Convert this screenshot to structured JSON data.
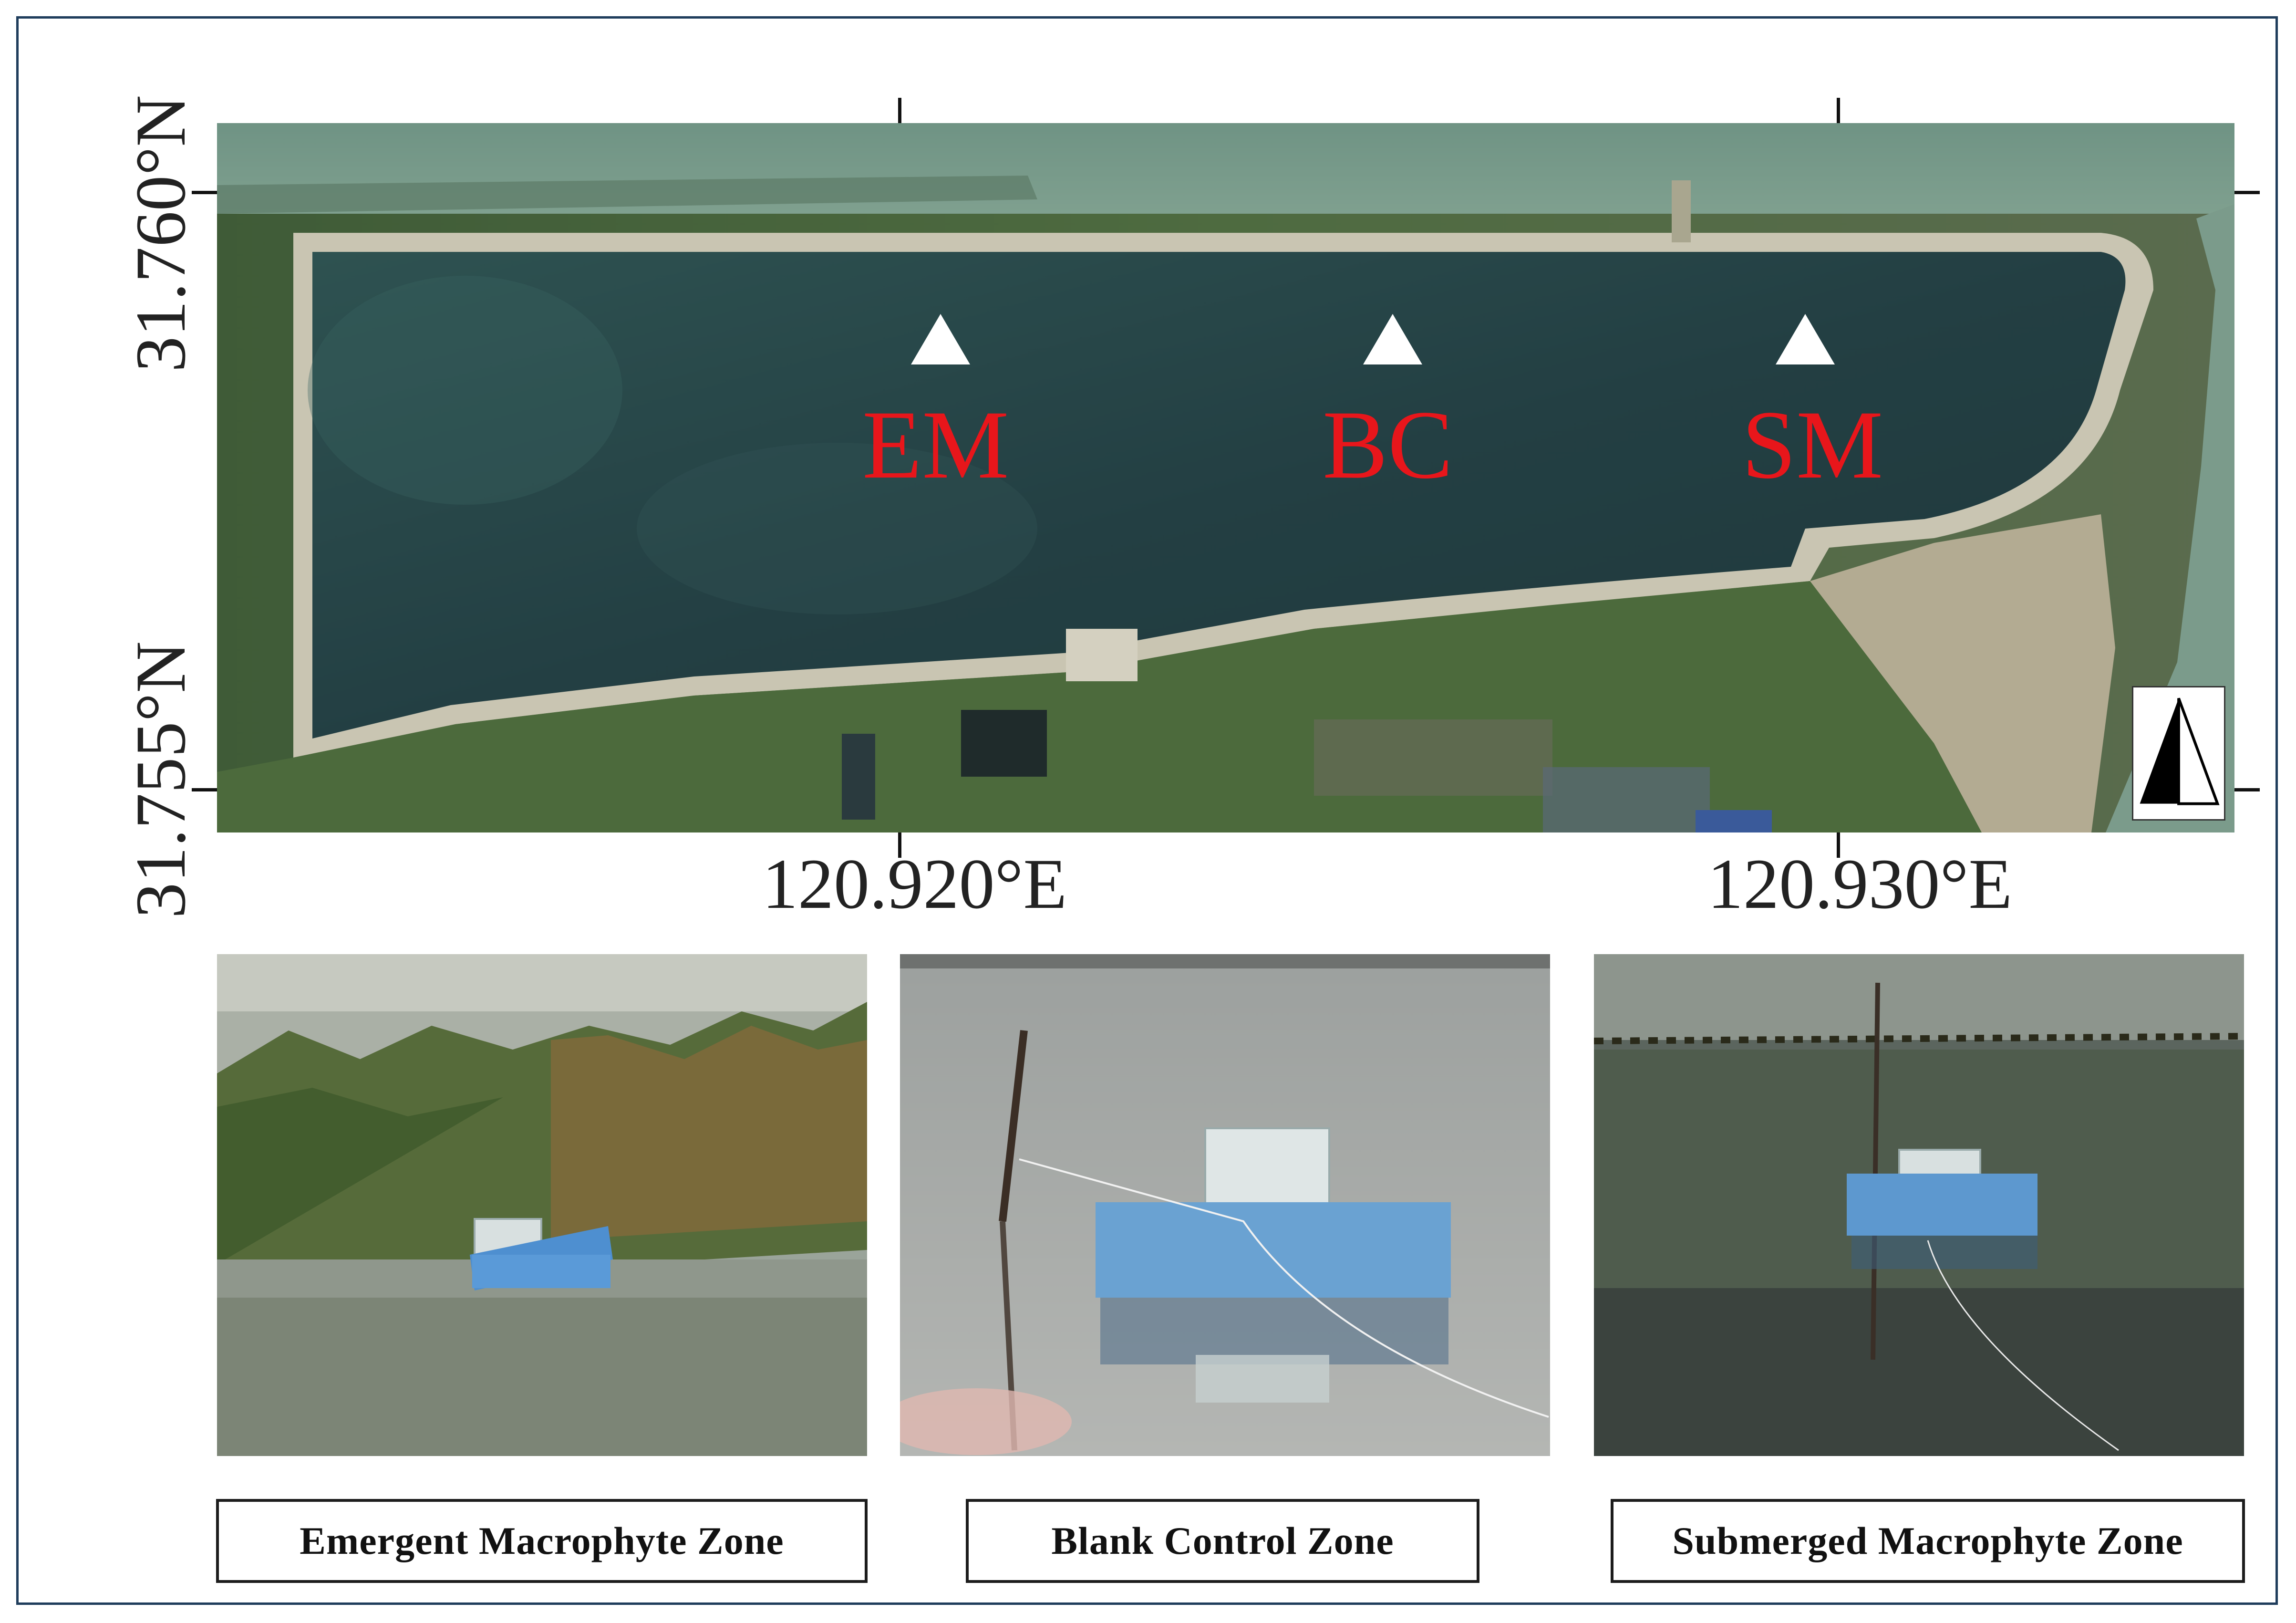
{
  "map": {
    "latitude_labels": [
      "31.760°N",
      "31.755°N"
    ],
    "longitude_labels": [
      "120.920°E",
      "120.930°E"
    ],
    "sites": [
      {
        "code": "EM",
        "color": "#e8161b"
      },
      {
        "code": "BC",
        "color": "#e8161b"
      },
      {
        "code": "SM",
        "color": "#e8161b"
      }
    ],
    "north_arrow_icon": "north-arrow-icon",
    "colors": {
      "pond_water": "#28484a",
      "river_water": "#7a9a8a",
      "vegetation": "#4a6a3a",
      "embankment": "#c9c5b2"
    }
  },
  "photos": [
    {
      "caption": "Emergent Macrophyte Zone"
    },
    {
      "caption": "Blank Control Zone"
    },
    {
      "caption": "Submerged Macrophyte Zone"
    }
  ]
}
